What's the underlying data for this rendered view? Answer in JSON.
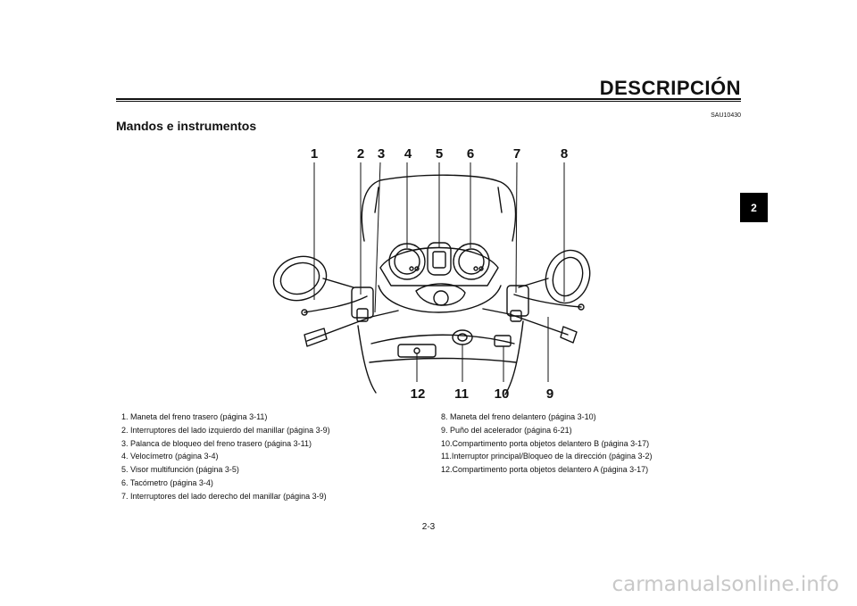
{
  "header": {
    "title": "DESCRIPCIÓN",
    "code": "SAU10430",
    "subtitle": "Mandos e instrumentos",
    "chapter_tab": "2"
  },
  "figure": {
    "callouts": [
      "1",
      "2",
      "3",
      "4",
      "5",
      "6",
      "7",
      "8",
      "9",
      "10",
      "11",
      "12"
    ]
  },
  "legend": {
    "left": [
      "1.  Maneta del freno trasero (página 3-11)",
      "2.  Interruptores del lado izquierdo del manillar (página 3-9)",
      "3.  Palanca de bloqueo del freno trasero (página 3-11)",
      "4.  Velocímetro (página 3-4)",
      "5.  Visor multifunción (página 3-5)",
      "6.  Tacómetro (página 3-4)",
      "7.  Interruptores del lado derecho del manillar (página 3-9)"
    ],
    "right": [
      "8.  Maneta del freno delantero (página 3-10)",
      "9.  Puño del acelerador (página 6-21)",
      "10.Compartimento porta objetos delantero B (página 3-17)",
      "11.Interruptor principal/Bloqueo de la dirección (página 3-2)",
      "12.Compartimento porta objetos delantero A (página 3-17)"
    ]
  },
  "footer": {
    "page_number": "2-3",
    "watermark": "carmanualsonline.info"
  }
}
